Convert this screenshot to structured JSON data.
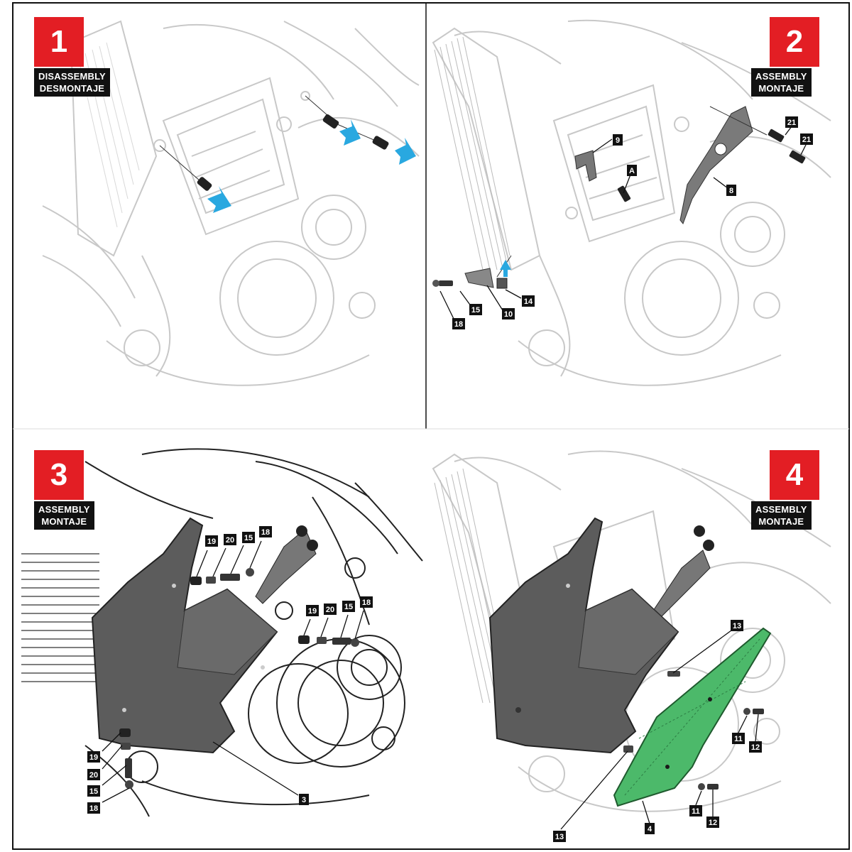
{
  "panels": [
    {
      "step": "1",
      "label_en": "DISASSEMBLY",
      "label_es": "DESMONTAJE"
    },
    {
      "step": "2",
      "label_en": "ASSEMBLY",
      "label_es": "MONTAJE"
    },
    {
      "step": "3",
      "label_en": "ASSEMBLY",
      "label_es": "MONTAJE"
    },
    {
      "step": "4",
      "label_en": "ASSEMBLY",
      "label_es": "MONTAJE"
    }
  ],
  "callouts": {
    "p2": [
      "9",
      "A",
      "21",
      "21",
      "8",
      "15",
      "10",
      "14",
      "18"
    ],
    "p3": [
      "19",
      "20",
      "15",
      "18",
      "19",
      "20",
      "15",
      "18",
      "19",
      "20",
      "15",
      "18",
      "3"
    ],
    "p4": [
      "13",
      "11",
      "12",
      "11",
      "12",
      "13",
      "4"
    ]
  },
  "colors": {
    "step_red": "#e31e24",
    "arrow_blue": "#29a8e0",
    "part_dark": "#5c5c5c",
    "guard_green": "#4cb96a",
    "line_art": "#c8c8c8"
  }
}
